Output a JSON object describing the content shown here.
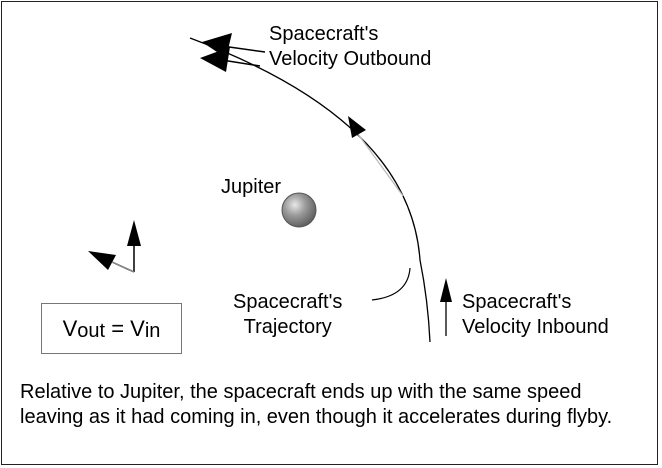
{
  "labels": {
    "outbound_line1": "Spacecraft's",
    "outbound_line2": "Velocity Outbound",
    "jupiter": "Jupiter",
    "trajectory_line1": "Spacecraft's",
    "trajectory_line2": "Trajectory",
    "inbound_line1": "Spacecraft's",
    "inbound_line2": "Velocity Inbound"
  },
  "equation": {
    "v1": "V",
    "sub1": "out",
    "op": " = ",
    "v2": "V",
    "sub2": "in"
  },
  "caption": "Relative to Jupiter, the spacecraft ends up with the same speed leaving as it had coming in, even though it accelerates during flyby.",
  "colors": {
    "planet": "#7a7a7a",
    "planet_highlight": "#e8e8e8",
    "line": "#000000",
    "faint_line": "#bbbbbb",
    "box_border": "#777777"
  },
  "icons": [
    "planet-jupiter",
    "arrow-velocity-outbound",
    "arrow-velocity-inbound",
    "vector-triangle"
  ]
}
